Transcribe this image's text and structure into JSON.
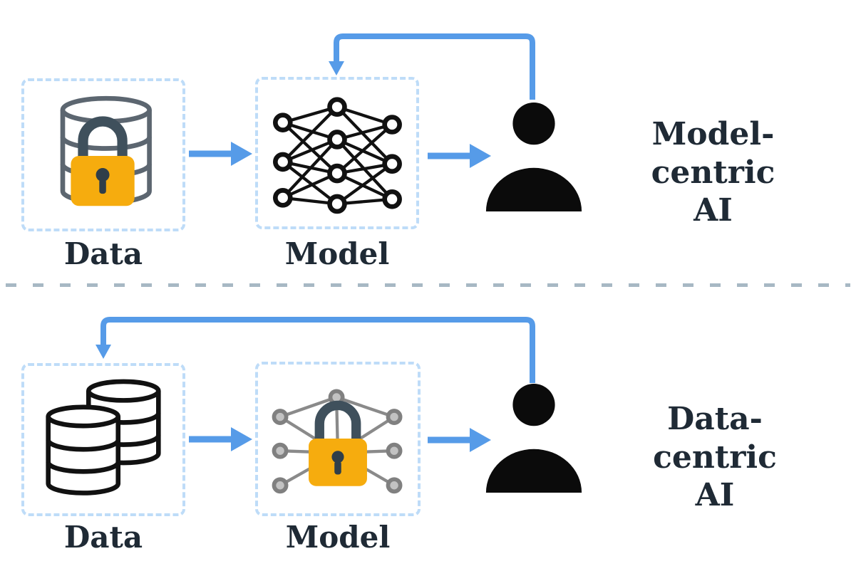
{
  "diagram": {
    "top_row": {
      "data_label": "Data",
      "model_label": "Model",
      "title_line1": "Model-centric",
      "title_line2": "AI"
    },
    "bottom_row": {
      "data_label": "Data",
      "model_label": "Model",
      "title_line1": "Data-centric",
      "title_line2": "AI"
    },
    "icons": {
      "top_data": "database-with-lock-icon",
      "top_model": "neural-network-icon",
      "top_user": "person-icon",
      "bottom_data": "database-icon",
      "bottom_model": "neural-network-with-lock-icon",
      "bottom_user": "person-icon"
    },
    "colors": {
      "arrow_blue": "#569be8",
      "box_border_blue": "#bedcf8",
      "lock_body_orange": "#f6ac0e",
      "lock_shackle_dark": "#3f505c",
      "text_dark": "#1f2a35",
      "network_black": "#111111",
      "network_gray": "#8a8a8a",
      "database_gray": "#5c6670",
      "divider_gray": "#8aa0b0",
      "background": "#ffffff"
    }
  }
}
